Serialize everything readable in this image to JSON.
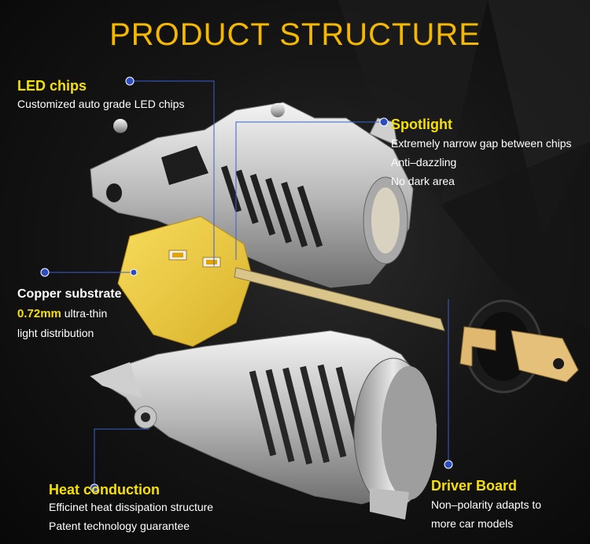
{
  "title": "PRODUCT STRUCTURE",
  "led_chips": {
    "heading": "LED chips",
    "lines": [
      "Customized auto grade LED chips"
    ]
  },
  "spotlight": {
    "heading": "Spotlight",
    "lines": [
      "Extremely narrow gap between chips",
      "Anti–dazzling",
      "No dark area"
    ]
  },
  "copper": {
    "heading": "Copper substrate",
    "highlight": "0.72mm",
    "line1_rest": " ultra-thin",
    "line2": "light distribution"
  },
  "heat": {
    "heading": "Heat conduction",
    "lines": [
      "Efficinet heat dissipation structure",
      "Patent technology guarantee"
    ]
  },
  "driver": {
    "heading": "Driver Board",
    "lines": [
      "Non–polarity adapts to",
      "more car models"
    ]
  },
  "colors": {
    "title": "#f5b800",
    "label": "#f6e000",
    "leader_line": "#3a5fd0",
    "copper": "#f3d24a"
  }
}
